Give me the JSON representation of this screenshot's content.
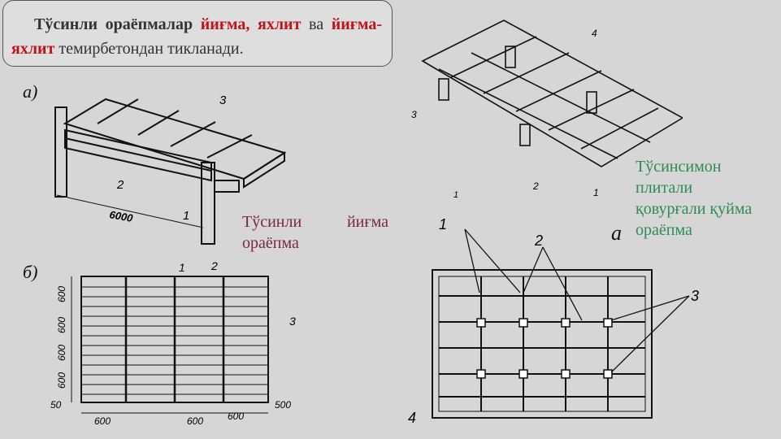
{
  "heading": {
    "lead": "Тўсинли ораёпмалар",
    "red1": "йиғма, яхлит",
    "mid": "ва",
    "red2": "йиғма-яхлит",
    "tail": "темирбетондан тикланади."
  },
  "labels": {
    "precast": "Тўсинли йиғма ораёпма",
    "ribbed_line1": "Тўсинсимон",
    "ribbed_line2": "плитали",
    "ribbed_line3": "қовурғали қуйма",
    "ribbed_line4": "ораёпма"
  },
  "figures": {
    "a_letter": "а)",
    "b_letter": "б)",
    "iso_letter": "а",
    "iso_caption": "1",
    "dim_6000": "6000",
    "plan_left_dims": [
      "600",
      "600",
      "600",
      "600",
      "50"
    ],
    "plan_bottom_dims": [
      "600",
      "600",
      "600",
      "500"
    ],
    "callouts": [
      "1",
      "2",
      "3",
      "4"
    ]
  },
  "colors": {
    "accent_red": "#c0141c",
    "label_maroon": "#7a2a3a",
    "label_green": "#2e8b57"
  }
}
